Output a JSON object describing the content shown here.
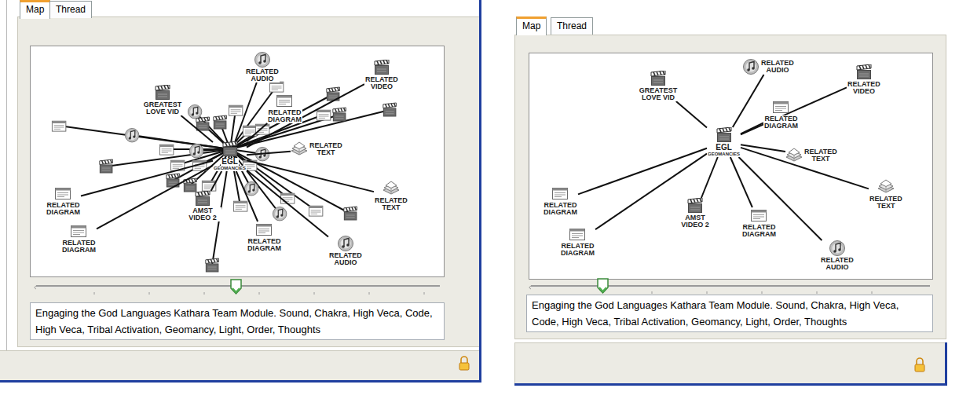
{
  "diagram": {
    "nodes": [
      {
        "text": [
          "EGL",
          "GEOMANCIES"
        ]
      },
      {
        "text": [
          "GREATEST LOVE VID"
        ]
      },
      {
        "text": [
          "RELATED AUDIO"
        ]
      },
      {
        "text": [
          "RELATED VIDEO"
        ]
      },
      {
        "text": [
          "RELATED DIAGRAM"
        ]
      },
      {
        "text": [
          "RELATED TEXT"
        ]
      },
      {
        "text": [
          "RELATED TEXT"
        ]
      },
      {
        "text": [
          "RELATED DIAGRAM"
        ]
      },
      {
        "text": [
          "RELATED DIAGRAM"
        ]
      },
      {
        "text": [
          "AMST VIDEO 2"
        ]
      },
      {
        "text": [
          "RELATED DIAGRAM"
        ]
      },
      {
        "text": [
          "RELATED AUDIO"
        ]
      },
      {
        "text": [
          "EGL",
          "GEOMANCIES"
        ]
      },
      {
        "text": [
          "GREATEST LOVE VID"
        ]
      },
      {
        "text": [
          "RELATED AUDIO"
        ]
      },
      {
        "text": [
          "RELATED VIDEO"
        ]
      },
      {
        "text": [
          "RELATED DIAGRAM"
        ]
      },
      {
        "text": [
          "RELATED TEXT"
        ]
      },
      {
        "text": [
          "RELATED TEXT"
        ]
      },
      {
        "text": [
          "RELATED DIAGRAM"
        ]
      },
      {
        "text": [
          "RELATED DIAGRAM"
        ]
      },
      {
        "text": [
          "AMST VIDEO 2"
        ]
      },
      {
        "text": [
          "RELATED DIAGRAM"
        ]
      },
      {
        "text": [
          "RELATED AUDIO"
        ]
      }
    ],
    "edges": [
      {
        "from": 0,
        "to": 1,
        "arrow": "none"
      },
      {
        "from": 0,
        "to": 2,
        "arrow": "none"
      },
      {
        "from": 0,
        "to": 3,
        "arrow": "none"
      },
      {
        "from": 0,
        "to": 4,
        "arrow": "none"
      },
      {
        "from": 0,
        "to": 5,
        "arrow": "none"
      },
      {
        "from": 0,
        "to": 6,
        "arrow": "none"
      },
      {
        "from": 0,
        "to": 7,
        "arrow": "none"
      },
      {
        "from": 0,
        "to": 8,
        "arrow": "none"
      },
      {
        "from": 0,
        "to": 9,
        "arrow": "none"
      },
      {
        "from": 0,
        "to": 10,
        "arrow": "none"
      },
      {
        "from": 0,
        "to": 11,
        "arrow": "none"
      },
      {
        "from": 12,
        "to": 13,
        "arrow": "none"
      },
      {
        "from": 12,
        "to": 14,
        "arrow": "none"
      },
      {
        "from": 12,
        "to": 15,
        "arrow": "none"
      },
      {
        "from": 12,
        "to": 16,
        "arrow": "none"
      },
      {
        "from": 12,
        "to": 17,
        "arrow": "none"
      },
      {
        "from": 12,
        "to": 18,
        "arrow": "none"
      },
      {
        "from": 12,
        "to": 19,
        "arrow": "none"
      },
      {
        "from": 12,
        "to": 20,
        "arrow": "none"
      },
      {
        "from": 12,
        "to": 21,
        "arrow": "none"
      },
      {
        "from": 12,
        "to": 22,
        "arrow": "none"
      },
      {
        "from": 12,
        "to": 23,
        "arrow": "none"
      }
    ],
    "labels": [
      "Map",
      "Thread",
      "Engaging the God Languages Kathara Team Module. Sound, Chakra, High Veca, Code, High Veca, Tribal Activation, Geomancy, Light, Order, Thoughts",
      "Map",
      "Thread",
      "Engaging the God Languages Kathara Team Module. Sound, Chakra, High Veca, Code, High Veca, Tribal Activation, Geomancy, Light, Order, Thoughts"
    ]
  }
}
